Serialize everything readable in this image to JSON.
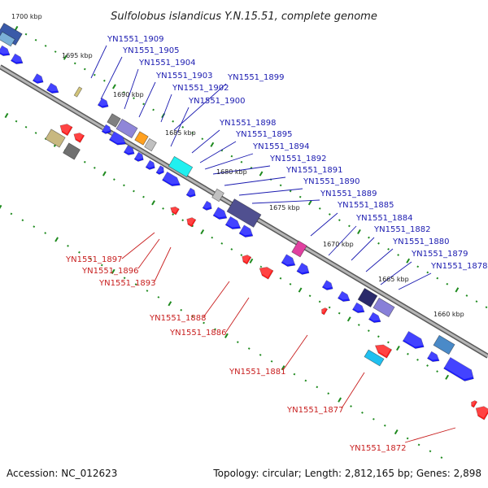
{
  "title": "Sulfolobus islandicus Y.N.15.51, complete genome",
  "footer": {
    "accession": "Accession: NC_012623",
    "summary": "Topology: circular; Length: 2,812,165 bp; Genes: 2,898"
  },
  "colors": {
    "backbone": "#8a8a8a",
    "tick": "#1e8a1e",
    "forward_gene": "#1a1aff",
    "reverse_gene": "#ff1a1a",
    "forward_label": "#1a1ab0",
    "reverse_label": "#c81e1e"
  },
  "scale_ticks": [
    {
      "label": "1700 kbp"
    },
    {
      "label": "1695 kbp"
    },
    {
      "label": "1690 kbp"
    },
    {
      "label": "1685 kbp"
    },
    {
      "label": "1680 kbp"
    },
    {
      "label": "1675 kbp"
    },
    {
      "label": "1670 kbp"
    },
    {
      "label": "1665 kbp"
    },
    {
      "label": "1660 kbp"
    }
  ],
  "forward_gene_labels": [
    "YN1551_1909",
    "YN1551_1905",
    "YN1551_1904",
    "YN1551_1903",
    "YN1551_1902",
    "YN1551_1899",
    "YN1551_1900",
    "YN1551_1898",
    "YN1551_1895",
    "YN1551_1894",
    "YN1551_1892",
    "YN1551_1891",
    "YN1551_1890",
    "YN1551_1889",
    "YN1551_1885",
    "YN1551_1884",
    "YN1551_1882",
    "YN1551_1880",
    "YN1551_1879",
    "YN1551_1878"
  ],
  "reverse_gene_labels": [
    "YN1551_1897",
    "YN1551_1896",
    "YN1551_1893",
    "YN1551_1888",
    "YN1551_1886",
    "YN1551_1881",
    "YN1551_1877",
    "YN1551_1872"
  ]
}
